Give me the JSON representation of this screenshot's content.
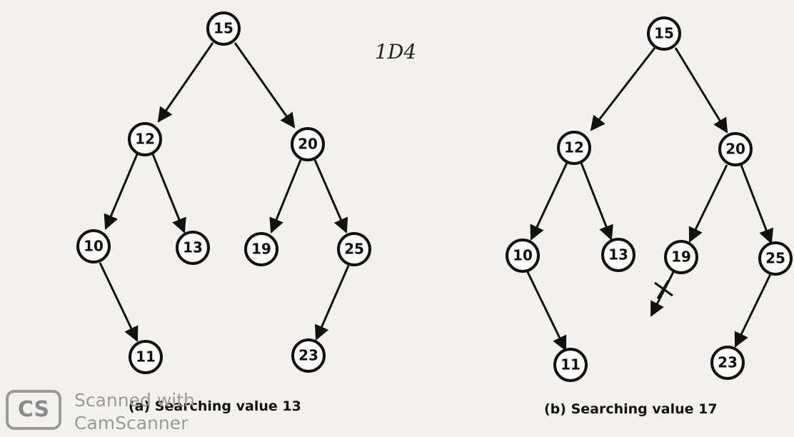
{
  "diagrams": [
    {
      "id": "a",
      "caption": "(a) Searching value 13",
      "nodes": [
        "15",
        "12",
        "20",
        "10",
        "13",
        "19",
        "25",
        "11",
        "23"
      ]
    },
    {
      "id": "b",
      "caption": "(b) Searching value 17",
      "nodes": [
        "15",
        "12",
        "20",
        "10",
        "13",
        "19",
        "25",
        "11",
        "23"
      ]
    }
  ],
  "handwritten_mark": "1D4",
  "watermark": {
    "badge": "CS",
    "line1": "Scanned with",
    "line2": "CamScanner"
  }
}
